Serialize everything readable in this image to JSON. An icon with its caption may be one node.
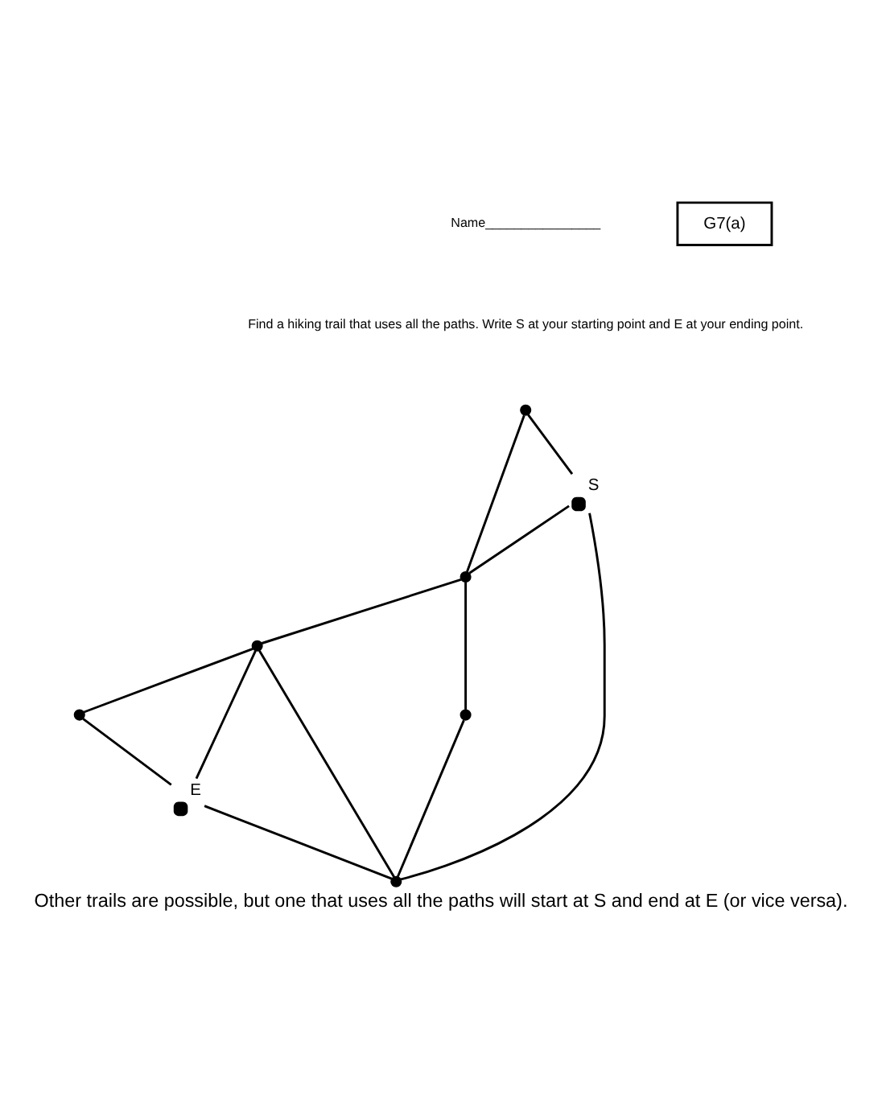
{
  "diagram": {
    "caption": "Other trails are possible, but one that uses all the paths will start at S and end at E (or vice versa).",
    "nodes": [
      {
        "text": [],
        "shape": "circle"
      },
      {
        "text": [],
        "shape": "circle",
        "beside": [
          "S"
        ]
      },
      {
        "text": [],
        "shape": "circle"
      },
      {
        "text": [],
        "shape": "circle"
      },
      {
        "text": [],
        "shape": "circle",
        "beside": [
          "E"
        ]
      },
      {
        "text": [],
        "shape": "circle"
      },
      {
        "text": [],
        "shape": "circle"
      },
      {
        "text": [],
        "shape": "circle"
      },
      {
        "text": [
          "G7(a)"
        ]
      }
    ],
    "edges": [
      {
        "from": 0,
        "to": 1,
        "arrow": "none"
      },
      {
        "from": 0,
        "to": 2,
        "arrow": "none"
      },
      {
        "from": 1,
        "to": 2,
        "arrow": "none"
      },
      {
        "from": 1,
        "to": 6,
        "arrow": "none"
      },
      {
        "from": 2,
        "to": 5,
        "arrow": "none"
      },
      {
        "from": 2,
        "to": 7,
        "arrow": "none"
      },
      {
        "from": 5,
        "to": 3,
        "arrow": "none"
      },
      {
        "from": 3,
        "to": 4,
        "arrow": "none"
      },
      {
        "from": 5,
        "to": 4,
        "arrow": "none"
      },
      {
        "from": 4,
        "to": 6,
        "arrow": "none"
      },
      {
        "from": 5,
        "to": 6,
        "arrow": "none"
      },
      {
        "from": 7,
        "to": 6,
        "arrow": "none"
      }
    ],
    "labels": [
      "Name________________",
      "Find a hiking trail that uses all the paths. Write S at your starting point and E at your ending point."
    ]
  }
}
